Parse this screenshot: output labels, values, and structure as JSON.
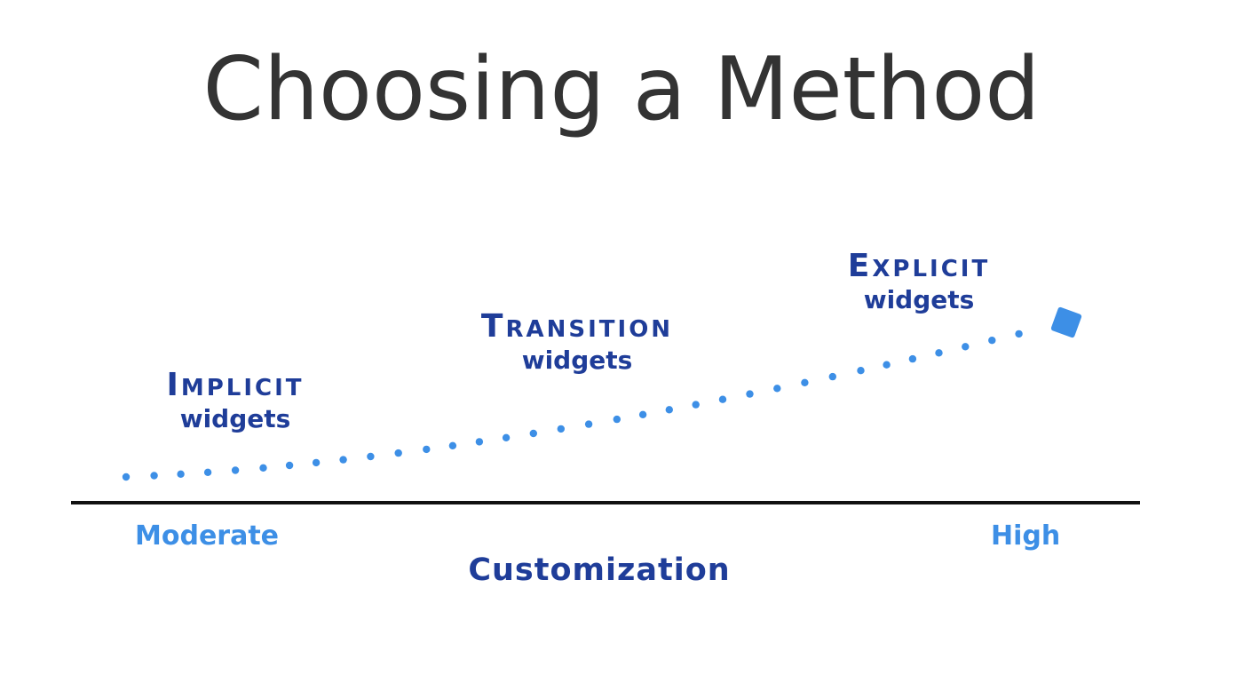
{
  "title": "Choosing a Method",
  "stages": [
    {
      "name_first": "I",
      "name_rest": "MPLICIT",
      "sub": "widgets"
    },
    {
      "name_first": "T",
      "name_rest": "RANSITION",
      "sub": "widgets"
    },
    {
      "name_first": "E",
      "name_rest": "XPLICIT",
      "sub": "widgets"
    }
  ],
  "axis": {
    "low_label": "Moderate",
    "high_label": "High",
    "title": "Customization"
  },
  "colors": {
    "title": "#333333",
    "label": "#1f3d99",
    "dots": "#3d8fe6",
    "axis_end": "#3d8fe6",
    "axis_line": "#111111"
  }
}
